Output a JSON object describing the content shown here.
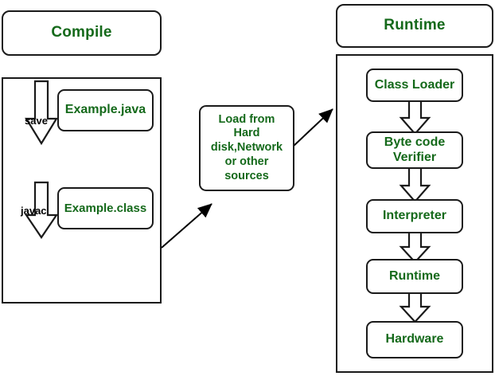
{
  "diagram": {
    "title_compile": "Compile",
    "title_runtime": "Runtime",
    "colors": {
      "text_green": "#14691a",
      "stroke_black": "#1a1a1a",
      "background": "#ffffff"
    },
    "compile_section": {
      "header": "Compile",
      "steps": [
        {
          "arrow_label": "save",
          "node": "Example.java"
        },
        {
          "arrow_label": "javac",
          "node": "Example.class"
        }
      ]
    },
    "loader_note": {
      "text": "Load from\nHard\ndisk,Network\nor other\nsources"
    },
    "runtime_section": {
      "header": "Runtime",
      "stages": [
        {
          "label": "Class Loader"
        },
        {
          "label": "Byte code\nVerifier"
        },
        {
          "label": "Interpreter"
        },
        {
          "label": "Runtime"
        },
        {
          "label": "Hardware"
        }
      ]
    }
  }
}
